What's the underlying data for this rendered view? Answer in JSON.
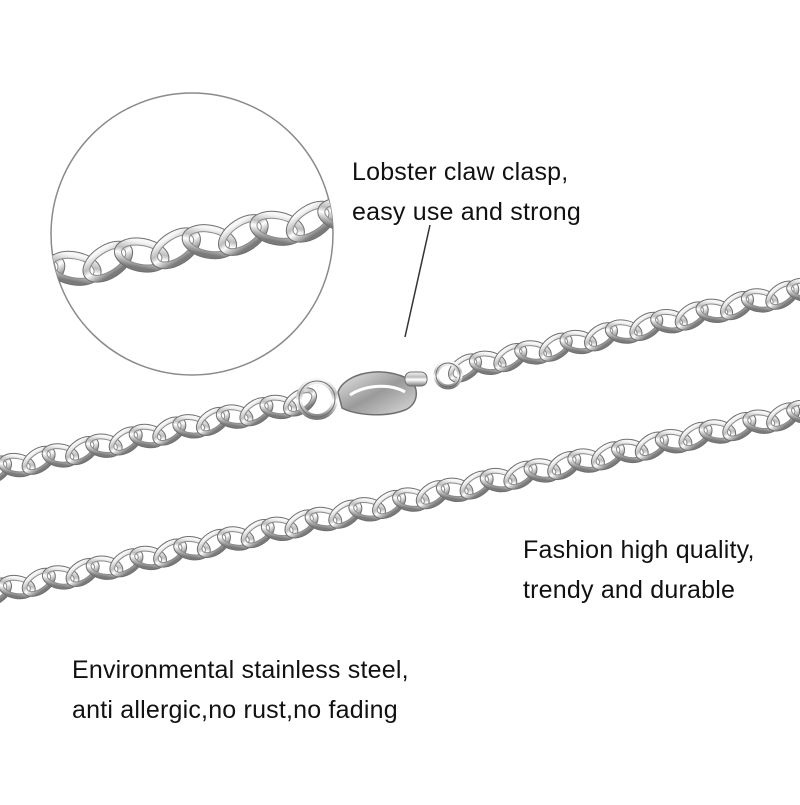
{
  "captions": {
    "clasp": {
      "line1": "Lobster claw clasp,",
      "line2": "easy use and strong"
    },
    "quality": {
      "line1": "Fashion high quality,",
      "line2": "trendy and durable"
    },
    "steel": {
      "line1": "Environmental stainless steel,",
      "line2": "anti allergic,no rust,no fading"
    }
  },
  "colors": {
    "background": "#ffffff",
    "text": "#111111",
    "steel_light": "#f2f2f2",
    "steel_mid": "#b9b9b9",
    "steel_dark": "#6f6f6f",
    "callout_line": "#333333"
  }
}
